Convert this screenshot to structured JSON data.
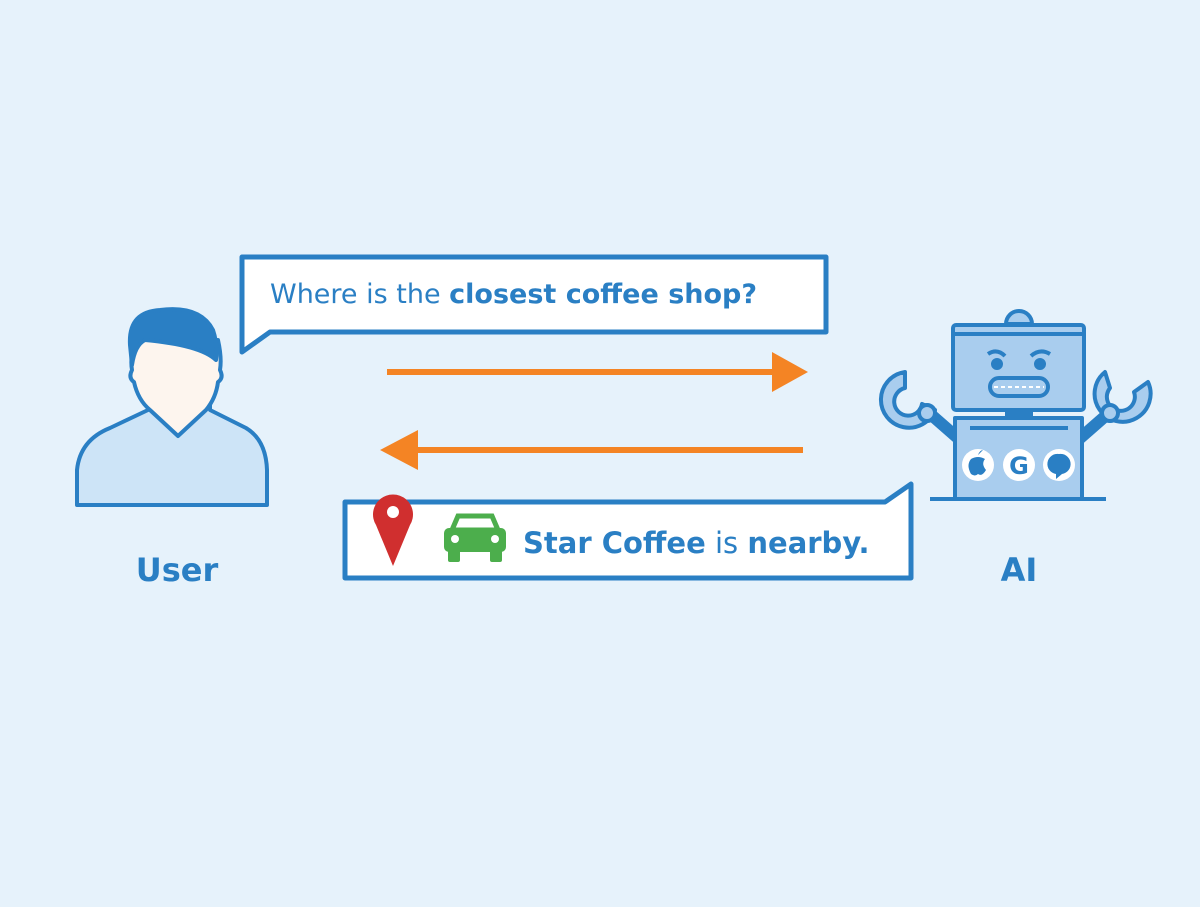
{
  "user": {
    "label": "User"
  },
  "ai": {
    "label": "AI"
  },
  "question": {
    "prefix": "Where is the ",
    "emphasis": "closest coffee shop?"
  },
  "answer": {
    "place": "Star Coffee",
    "middle": " is ",
    "emphasis": "nearby."
  },
  "icons": [
    "user-avatar",
    "robot",
    "map-pin",
    "car",
    "apple-logo",
    "google-logo",
    "chat-bubble-logo"
  ],
  "colors": {
    "background": "#e6f2fb",
    "primary": "#2a7fc4",
    "arrow": "#f48424",
    "pin": "#d02f2f",
    "car": "#4cae4c"
  }
}
